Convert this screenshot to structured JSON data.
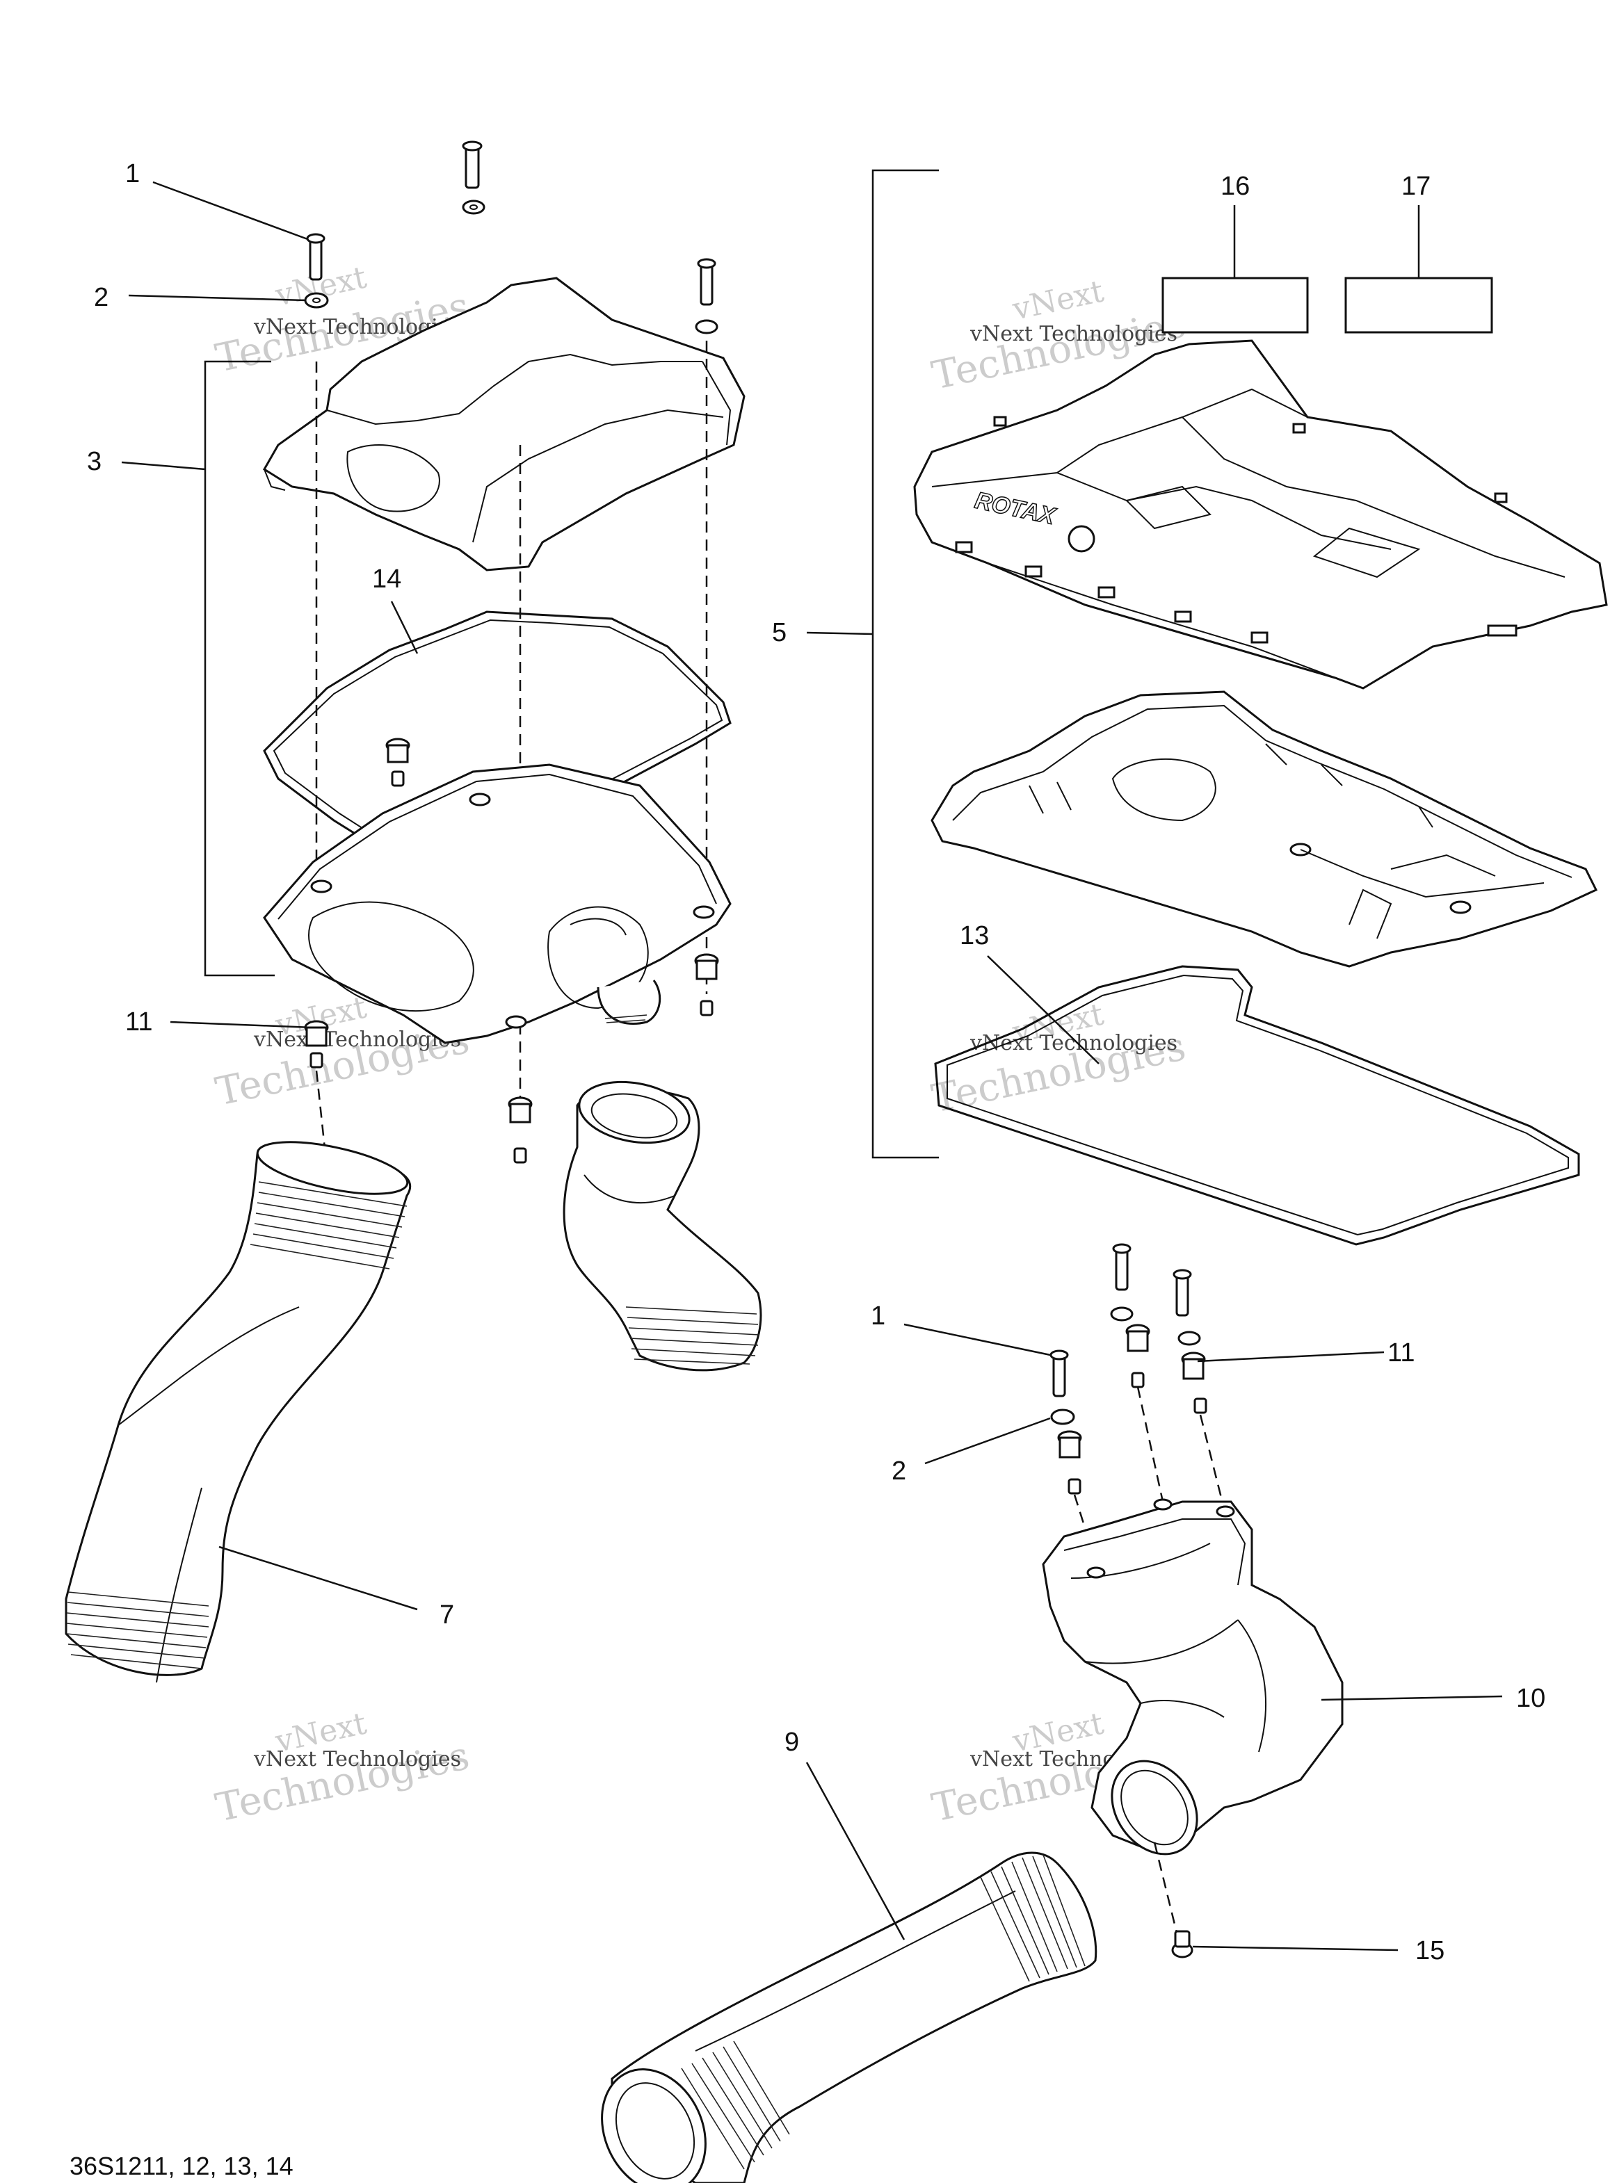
{
  "diagram": {
    "callouts": {
      "c1_top": "1",
      "c2_top": "2",
      "c3": "3",
      "c14": "14",
      "c11_top": "11",
      "c7": "7",
      "c5": "5",
      "c16": "16",
      "c17": "17",
      "c13": "13",
      "c1_bottom": "1",
      "c11_bottom": "11",
      "c2_bottom": "2",
      "c10": "10",
      "c9": "9",
      "c15": "15"
    },
    "reference_code": "36S1211, 12, 13, 14",
    "brand_label": "ROTAX",
    "watermark": {
      "line1": "vNext",
      "line2": "Technologies",
      "caption": "vNext Technologies"
    }
  }
}
